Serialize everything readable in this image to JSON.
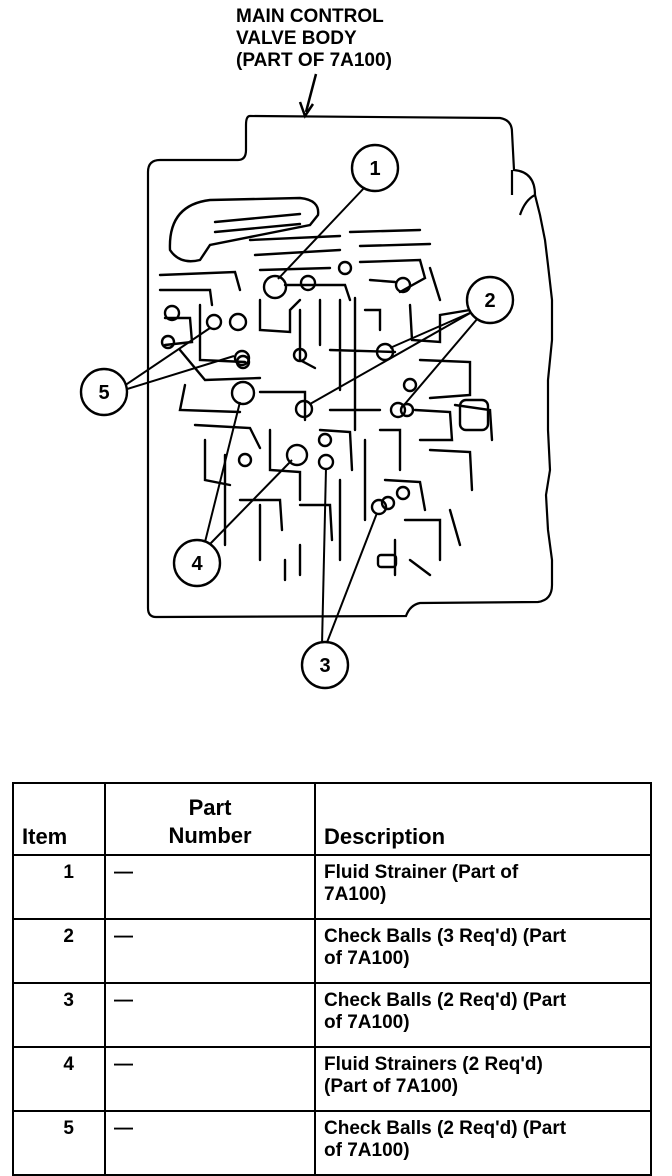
{
  "diagram": {
    "title_lines": [
      "MAIN CONTROL",
      "VALVE BODY",
      "(PART OF 7A100)"
    ],
    "callouts": [
      "1",
      "2",
      "3",
      "4",
      "5"
    ]
  },
  "table": {
    "headers": {
      "item": "Item",
      "part_line1": "Part",
      "part_line2": "Number",
      "description": "Description"
    },
    "rows": [
      {
        "item": "1",
        "part_number": "—",
        "desc_line1": "Fluid Strainer (Part of",
        "desc_line2": "7A100)"
      },
      {
        "item": "2",
        "part_number": "—",
        "desc_line1": "Check Balls (3 Req'd) (Part",
        "desc_line2": "of 7A100)"
      },
      {
        "item": "3",
        "part_number": "—",
        "desc_line1": "Check Balls (2 Req'd) (Part",
        "desc_line2": "of 7A100)"
      },
      {
        "item": "4",
        "part_number": "—",
        "desc_line1": "Fluid Strainers (2 Req'd)",
        "desc_line2": "(Part of 7A100)"
      },
      {
        "item": "5",
        "part_number": "—",
        "desc_line1": "Check Balls (2 Req'd) (Part",
        "desc_line2": "of 7A100)"
      }
    ]
  }
}
